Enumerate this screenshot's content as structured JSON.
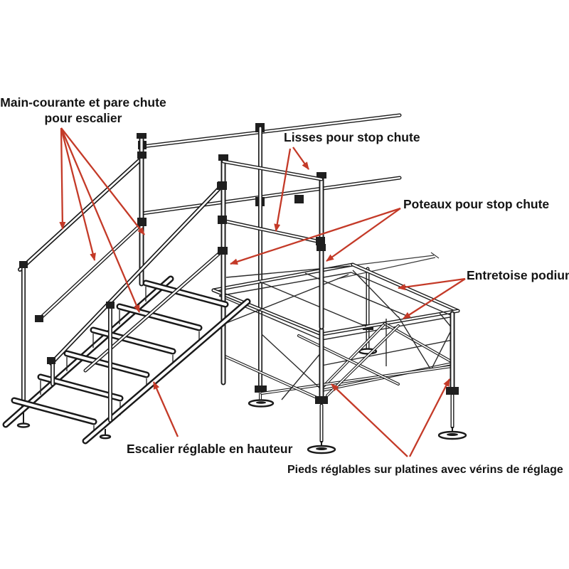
{
  "diagram": {
    "title_context": "Podium / stage assembly annotated diagram",
    "background": "#ffffff",
    "line_color": "#1a1a1a",
    "arrow_color": "#c43a28",
    "labels": {
      "handrail_line1": "Main-courante et pare chute",
      "handrail_line2": "pour escalier",
      "lisses": "Lisses pour stop chute",
      "poteaux": "Poteaux pour stop chute",
      "entretoise": "Entretoise podium",
      "escalier": "Escalier réglable en hauteur",
      "pieds": "Pieds réglables sur platines avec vérins de réglage"
    }
  }
}
